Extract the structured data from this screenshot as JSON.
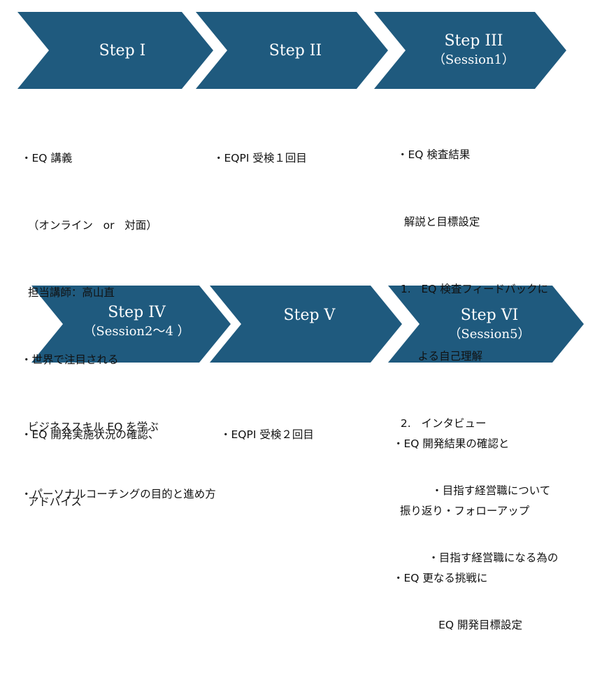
{
  "colors": {
    "chevron": "#1f5a7e",
    "text": "#111111"
  },
  "steps": [
    {
      "title": "Step I",
      "subtitle": "",
      "lines": [
        "・EQ 講義",
        "  （オンライン   or   対面）",
        "  担当講師：高山直",
        "・世界で注目される",
        "  ビジネススキル EQ を学ぶ",
        "・パーソナルコーチングの目的と進め方"
      ]
    },
    {
      "title": "Step II",
      "subtitle": "",
      "lines": [
        "・EQPI 受検１回目"
      ]
    },
    {
      "title": "Step III",
      "subtitle": "（Session1）",
      "lines": [
        "・EQ 検査結果",
        "  解説と目標設定",
        " 1.   EQ 検査フィードバックに",
        "      よる自己理解",
        " 2.   インタビュー",
        "          ・目指す経営職について",
        "         ・目指す経営職になる為の",
        "            EQ 開発目標設定"
      ]
    },
    {
      "title": "Step IV",
      "subtitle": "（Session2～4 ）",
      "lines": [
        "・EQ 開発実施状況の確認、",
        "  アドバイス"
      ]
    },
    {
      "title": "Step V",
      "subtitle": "",
      "lines": [
        "・EQPI 受検２回目"
      ]
    },
    {
      "title": "Step VI",
      "subtitle": "（Session5）",
      "lines": [
        "・EQ 開発結果の確認と",
        "  振り返り・フォローアップ",
        "・EQ 更なる挑戦に"
      ]
    }
  ]
}
